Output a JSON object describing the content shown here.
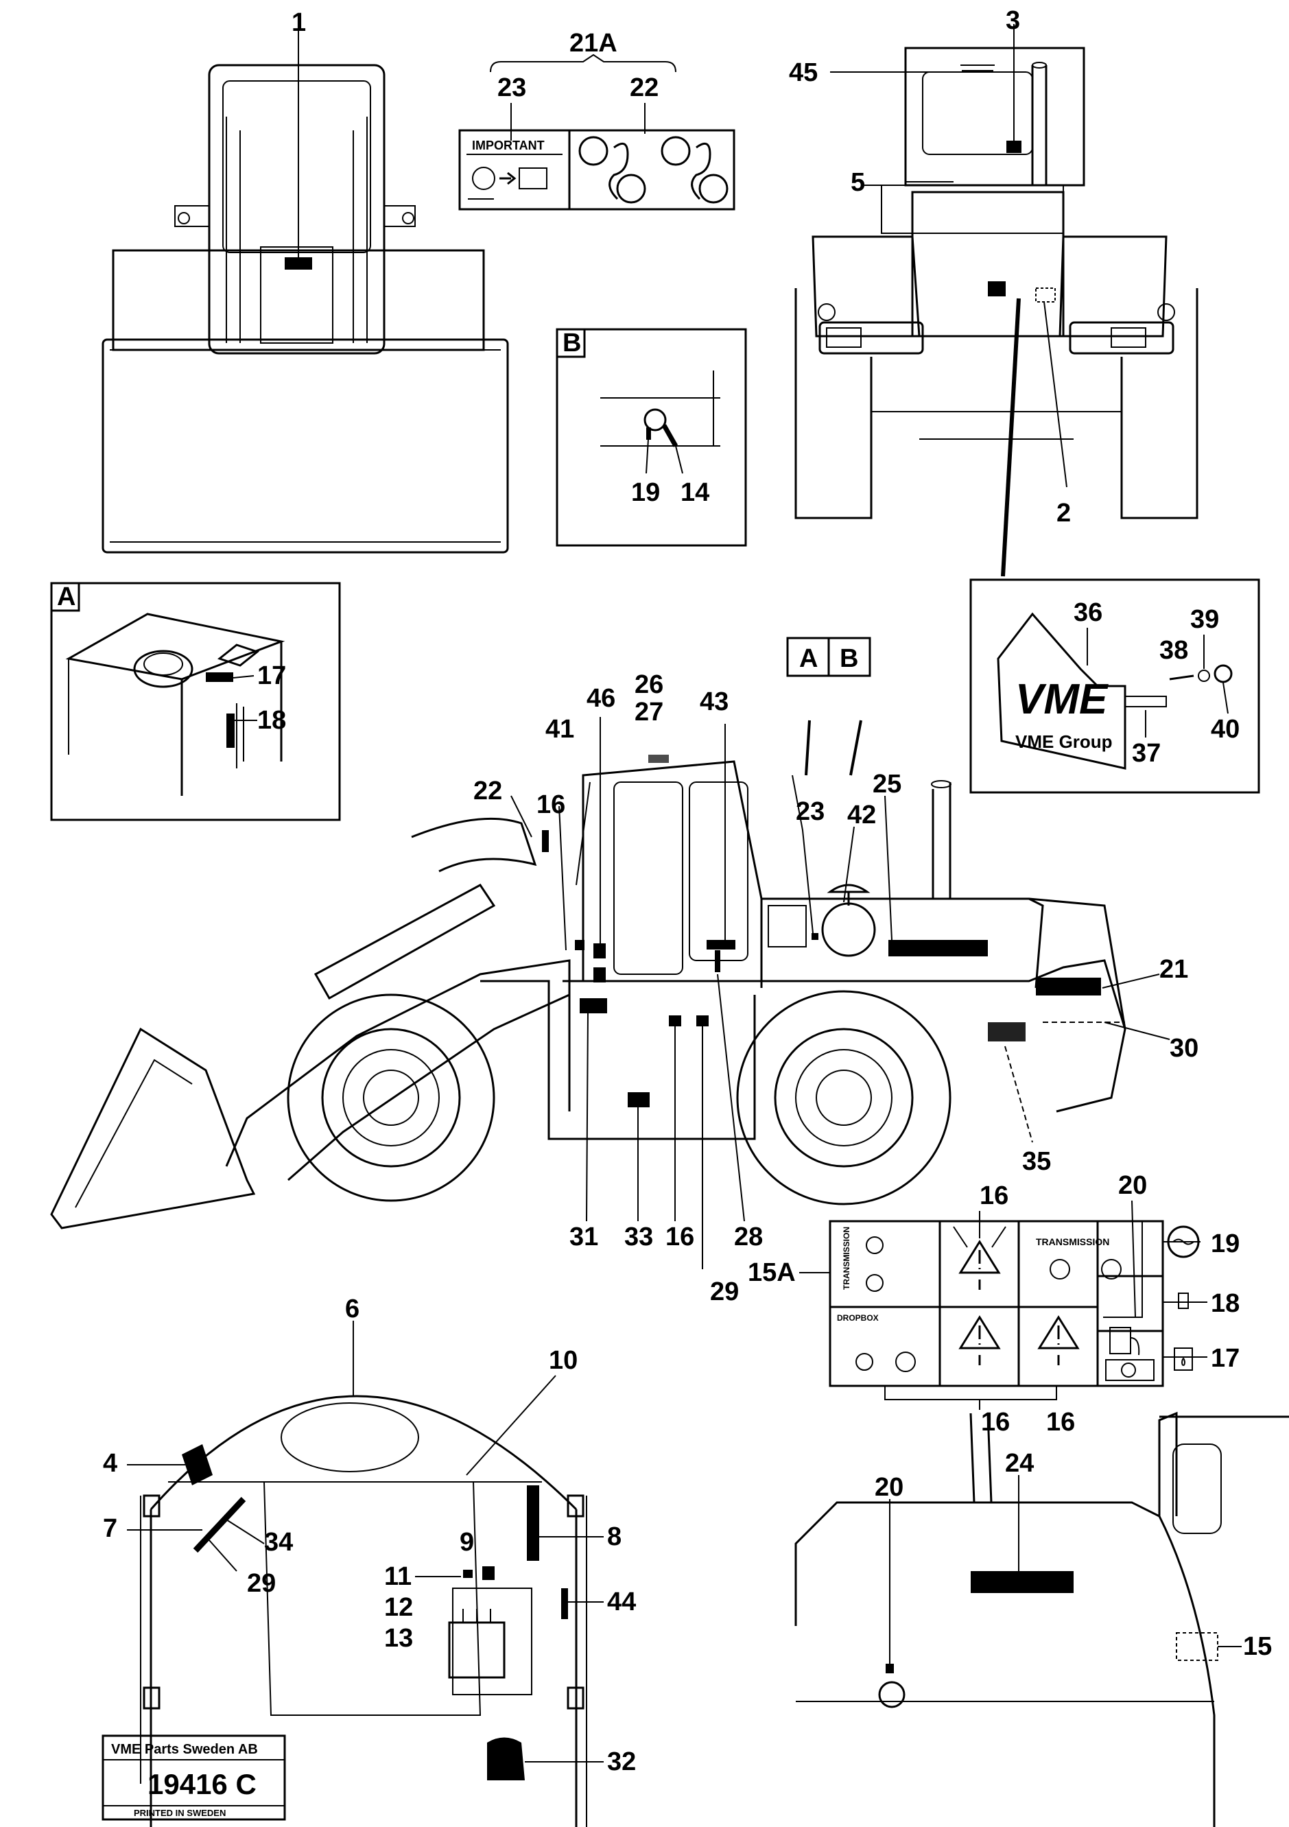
{
  "callouts": {
    "c1": "1",
    "c3": "3",
    "c45": "45",
    "c21A": "21A",
    "c23top": "23",
    "c22top": "22",
    "c5": "5",
    "c2": "2",
    "boxB": "B",
    "c19b": "19",
    "c14": "14",
    "boxA": "A",
    "c17a": "17",
    "c18a": "18",
    "c36": "36",
    "c38": "38",
    "c39": "39",
    "c40": "40",
    "c37": "37",
    "refA": "A",
    "refB": "B",
    "c26": "26",
    "c27": "27",
    "c46": "46",
    "c43": "43",
    "c41": "41",
    "c23": "23",
    "c42": "42",
    "c25": "25",
    "c22": "22",
    "c16": "16",
    "c21": "21",
    "c30": "30",
    "c35": "35",
    "c31": "31",
    "c33": "33",
    "c16b": "16",
    "c28": "28",
    "c29": "29",
    "c16c": "16",
    "c20": "20",
    "c15A": "15A",
    "c19": "19",
    "c18": "18",
    "c17": "17",
    "c16d": "16",
    "c16e": "16",
    "c6": "6",
    "c10": "10",
    "c4": "4",
    "c7": "7",
    "c34": "34",
    "c29b": "29",
    "c9": "9",
    "c8": "8",
    "c11": "11",
    "c12": "12",
    "c13": "13",
    "c44": "44",
    "c32": "32",
    "c20b": "20",
    "c24": "24",
    "c15": "15"
  },
  "decal_21A": {
    "important": "IMPORTANT"
  },
  "decal_15A": {
    "transmission_side": "TRANSMISSION",
    "transmission": "TRANSMISSION",
    "dropbox": "DROPBOX"
  },
  "plate": {
    "brand": "VME",
    "group": "VME Group"
  },
  "title_block": {
    "company": "VME Parts Sweden AB",
    "number": "19416 C",
    "printed": "PRINTED IN SWEDEN"
  }
}
